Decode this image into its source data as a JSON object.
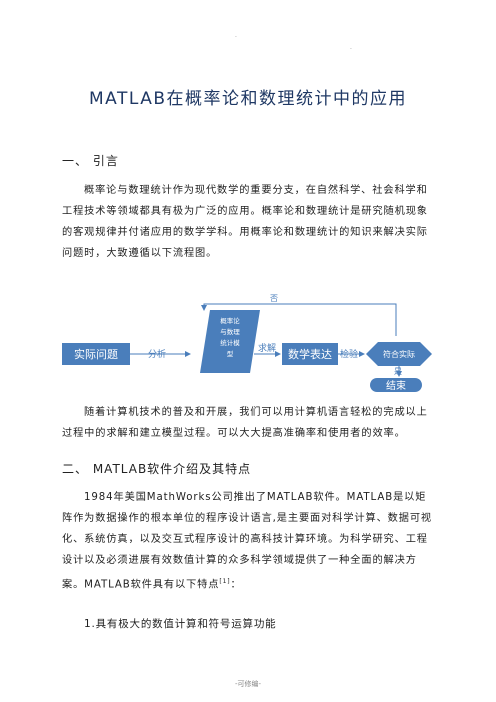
{
  "doc": {
    "title": "MATLAB在概率论和数理统计中的应用",
    "footer": "-可修编-",
    "top_dots": [
      ".",
      "."
    ],
    "sec1": {
      "heading": "一、  引言",
      "paragraph": "概率论与数理统计作为现代数学的重要分支，在自然科学、社会科学和工程技术等领域都具有极为广泛的应用。概率论和数理统计是研究随机现象的客观规律并付诸应用的数学学科。用概率论和数理统计的知识来解决实际问题时，大致遵循以下流程图。"
    },
    "flowchart": {
      "nodes": {
        "actual_problem": "实际问题",
        "stat_model": [
          "概率论",
          "与数理",
          "统计模",
          "型"
        ],
        "math_expr": "数学表达",
        "meets_reality": "符合实际",
        "end": "结束"
      },
      "edges": {
        "analyze": "分析",
        "solve": "求解",
        "verify": "检验",
        "no": "否",
        "yes": "是"
      }
    },
    "sec1_after": "随着计算机技术的普及和开展，我们可以用计算机语言轻松的完成以上过程中的求解和建立模型过程。可以大大提高准确率和使用者的效率。",
    "sec2": {
      "heading": "二、  MATLAB软件介绍及其特点",
      "paragraph_main": "1984年美国MathWorks公司推出了MATLAB软件。MATLAB是以矩阵作为数据操作的根本单位的程序设计语言,是主要面对科学计算、数据可视化、系统仿真，以及交互式程序设计的高科技计算环境。为科学研究、工程设计以及必须进展有效数值计算的众多科学领域提供了一种全面的解决方案。MATLAB软件具有以下特点",
      "ref": "[1]",
      "paragraph_tail": "：",
      "item1": "1.具有极大的数值计算和符号运算功能"
    }
  }
}
